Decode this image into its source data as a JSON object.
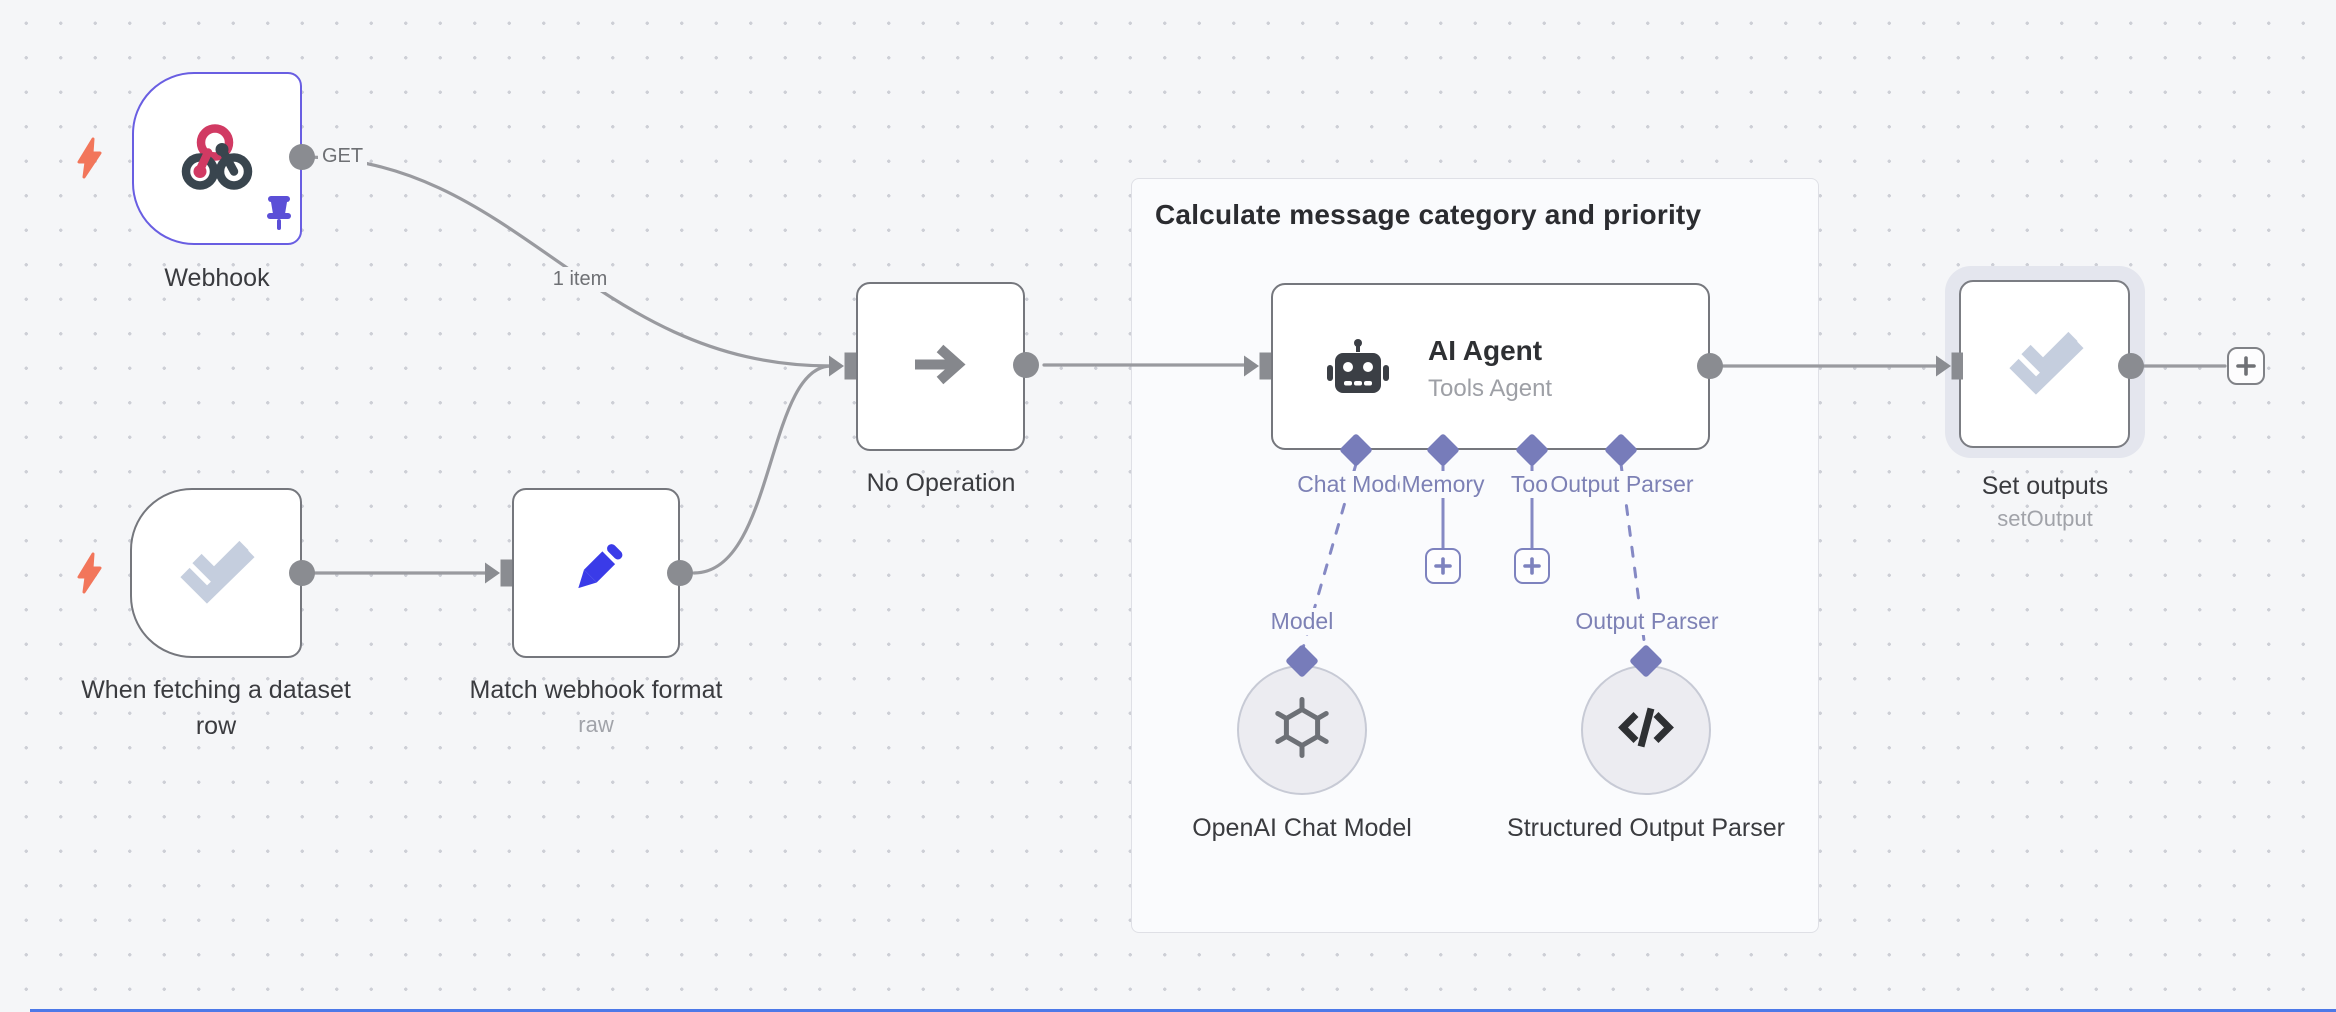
{
  "group": {
    "title": "Calculate message category and priority"
  },
  "edge_labels": {
    "webhook_method": "GET",
    "items": "1 item"
  },
  "nodes": {
    "webhook": {
      "label": "Webhook"
    },
    "dataset_trigger": {
      "label": "When fetching a dataset row"
    },
    "match_format": {
      "label": "Match webhook format",
      "subtitle": "raw"
    },
    "noop": {
      "label": "No Operation"
    },
    "ai_agent": {
      "title": "AI Agent",
      "subtitle": "Tools Agent",
      "ports": [
        {
          "label": "Chat Model"
        },
        {
          "label": "Memory"
        },
        {
          "label": "Tool"
        },
        {
          "label": "Output Parser"
        }
      ]
    },
    "openai_model": {
      "label": "OpenAI Chat Model",
      "port": "Model"
    },
    "output_parser": {
      "label": "Structured Output Parser",
      "port": "Output Parser"
    },
    "set_outputs": {
      "label": "Set outputs",
      "subtitle": "setOutput"
    }
  },
  "colors": {
    "canvas_bg": "#f5f6f8",
    "node_border": "#75777d",
    "selected_purple": "#695ee2",
    "connector_gray": "#8a8c91",
    "edge_gray": "#999a9f",
    "port_indigo": "#777cba",
    "port_line_indigo": "#8589c4",
    "trigger_bolt": "#f2765b",
    "webhook_crimson": "#d13a63",
    "webhook_slate": "#39454e",
    "pencil_blue": "#3a3be8",
    "check_gray_blue": "#c5cede",
    "halo": "#e4e6ee",
    "bottom_accent": "#4d79e8"
  }
}
